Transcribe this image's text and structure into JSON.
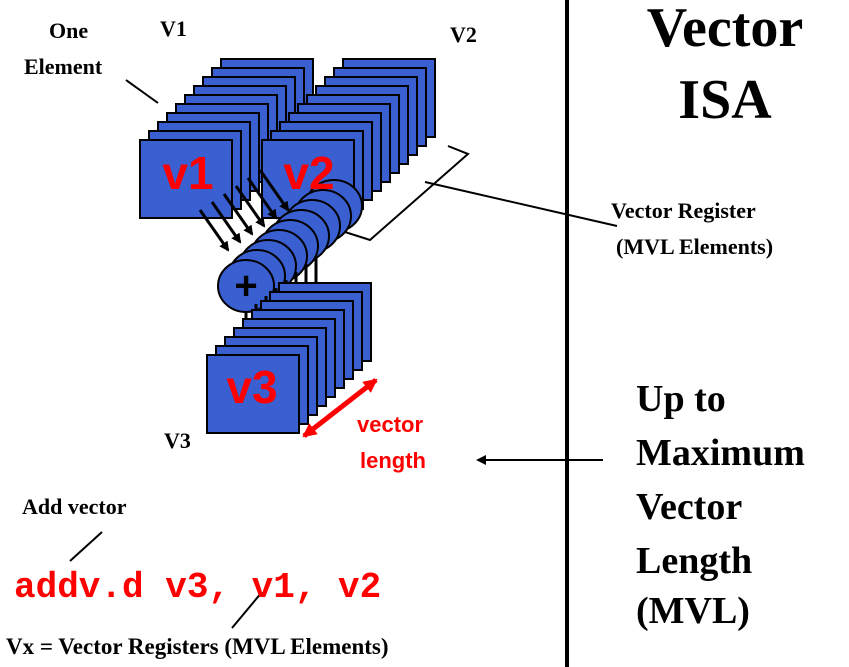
{
  "title": {
    "line1": "Vector",
    "line2": "ISA"
  },
  "labels": {
    "one_element_line1": "One",
    "one_element_line2": "Element",
    "v1": "V1",
    "v2": "V2",
    "v3": "V3",
    "vector_register_line1": "Vector Register",
    "vector_register_line2": "(MVL Elements)",
    "add_vector": "Add vector",
    "footer": "Vx = Vector Registers (MVL Elements)"
  },
  "registers": {
    "r1": "v1",
    "r2": "v2",
    "r3": "v3"
  },
  "operator": "+",
  "vector_length": {
    "line1": "vector",
    "line2": "length"
  },
  "instruction": "addv.d v3, v1, v2",
  "mvl": {
    "line1": "Up to",
    "line2": "Maximum",
    "line3": "Vector",
    "line4": "Length",
    "line5": "(MVL)"
  },
  "colors": {
    "register_fill": "#3a5fd0",
    "highlight": "#ff0000",
    "stroke": "#000000"
  }
}
